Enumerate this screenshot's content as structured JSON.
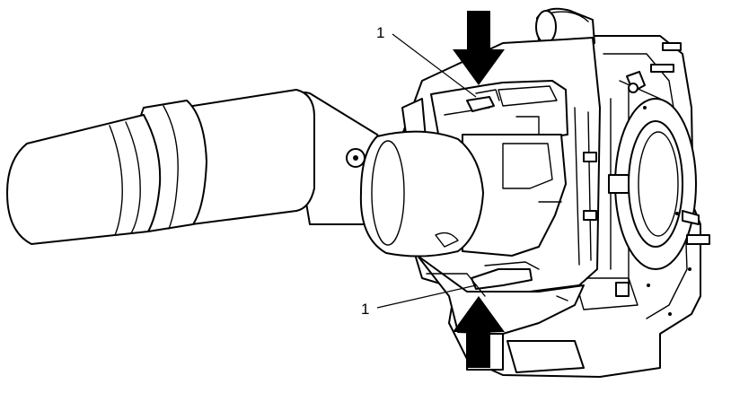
{
  "callouts": [
    {
      "id": "top",
      "label": "1"
    },
    {
      "id": "bottom",
      "label": "1"
    }
  ],
  "colors": {
    "line": "#000000",
    "fill": "#ffffff",
    "arrow": "#000000"
  },
  "icons": {
    "arrow_top": "arrow-down-icon",
    "arrow_bottom": "arrow-up-icon"
  }
}
